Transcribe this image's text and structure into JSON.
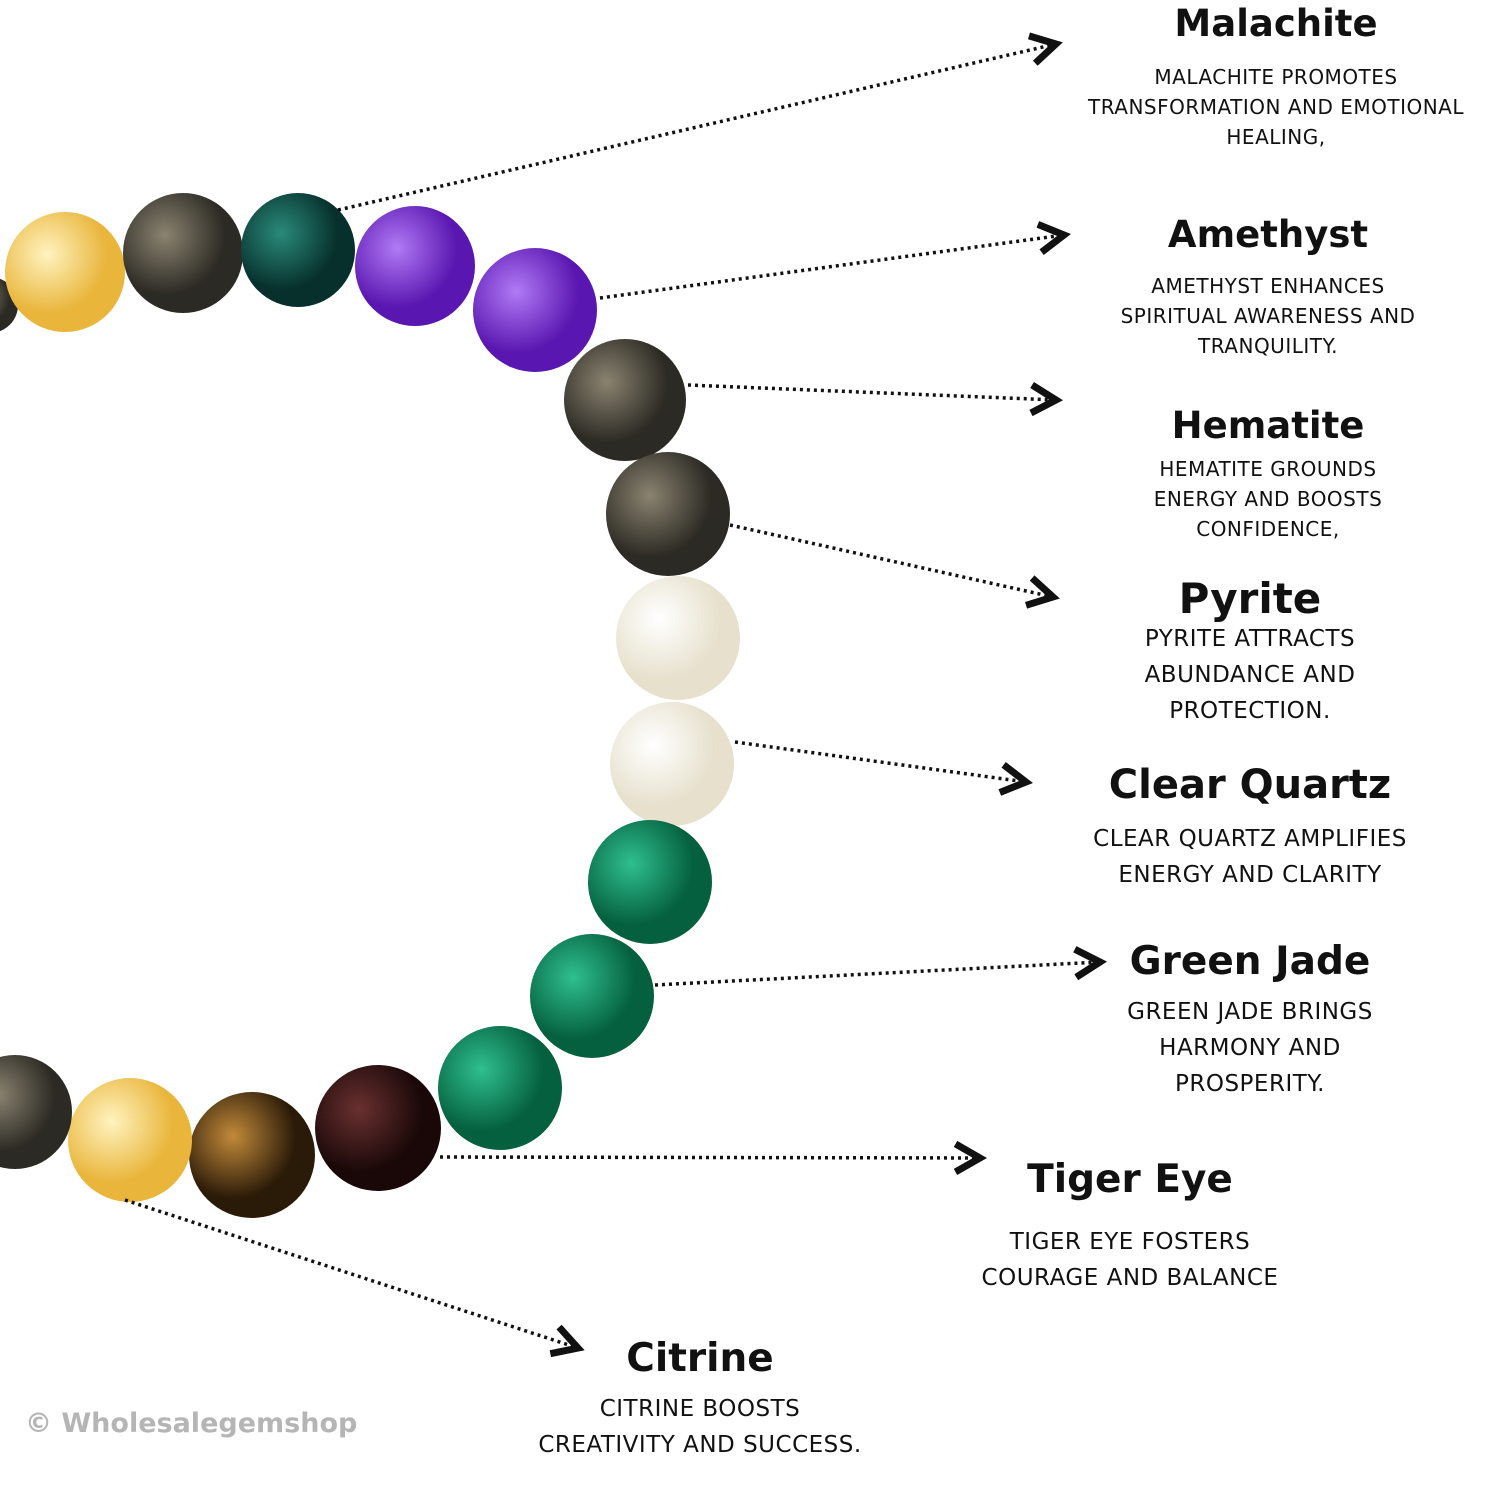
{
  "stones": [
    {
      "name": "Malachite",
      "description": [
        "MALACHITE PROMOTES",
        "TRANSFORMATION AND EMOTIONAL",
        "HEALING,"
      ]
    },
    {
      "name": "Amethyst",
      "description": [
        "AMETHYST ENHANCES",
        "SPIRITUAL AWARENESS AND",
        "TRANQUILITY."
      ]
    },
    {
      "name": "Hematite",
      "description": [
        "HEMATITE GROUNDS",
        "ENERGY AND BOOSTS",
        "CONFIDENCE,"
      ]
    },
    {
      "name": "Pyrite",
      "description": [
        "PYRITE ATTRACTS",
        "ABUNDANCE AND",
        "PROTECTION."
      ]
    },
    {
      "name": "Clear Quartz",
      "description": [
        "CLEAR QUARTZ AMPLIFIES",
        "ENERGY AND CLARITY"
      ]
    },
    {
      "name": "Green Jade",
      "description": [
        "GREEN JADE BRINGS",
        "HARMONY AND",
        "PROSPERITY."
      ]
    },
    {
      "name": "Tiger Eye",
      "description": [
        "TIGER EYE FOSTERS",
        "COURAGE AND BALANCE"
      ]
    },
    {
      "name": "Citrine",
      "description": [
        "CITRINE BOOSTS",
        "CREATIVITY AND SUCCESS."
      ]
    }
  ],
  "watermark": "© Wholesalegemshop",
  "colors": {
    "citrine": "#f2c75a",
    "pyrite": "#5a5548",
    "malachite": "#0f5a52",
    "amethyst": "#7a2fd6",
    "clear": "#f3f0e6",
    "jade": "#0a8a63",
    "garnet": "#3a1414",
    "tiger": "#7a4a14"
  }
}
